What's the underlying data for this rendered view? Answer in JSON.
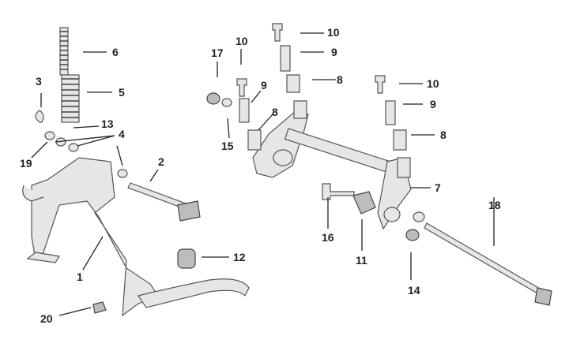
{
  "callouts": [
    "1",
    "2",
    "3",
    "4",
    "5",
    "6",
    "7",
    "8",
    "8",
    "8",
    "9",
    "9",
    "9",
    "10",
    "10",
    "10",
    "11",
    "12",
    "13",
    "14",
    "15",
    "16",
    "17",
    "18",
    "19",
    "20"
  ]
}
